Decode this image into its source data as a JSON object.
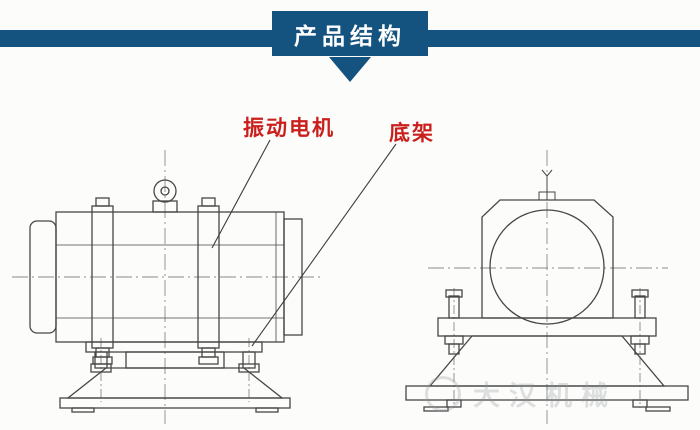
{
  "header": {
    "title": "产品结构"
  },
  "diagram": {
    "label_motor": "振动电机",
    "label_base": "底架",
    "views": [
      "left-side-view-of-vibration-motor-on-base",
      "front-end-view-of-vibration-motor-on-base"
    ]
  },
  "watermark": {
    "text": "大汉机械"
  },
  "icons": {
    "pointer": "down-arrow-pointer"
  },
  "colors": {
    "navy": "#14537f",
    "label_red": "#c9201d",
    "drawing_line": "#474747",
    "centerline": "#8a8a8a",
    "background": "#fcfcfa"
  }
}
